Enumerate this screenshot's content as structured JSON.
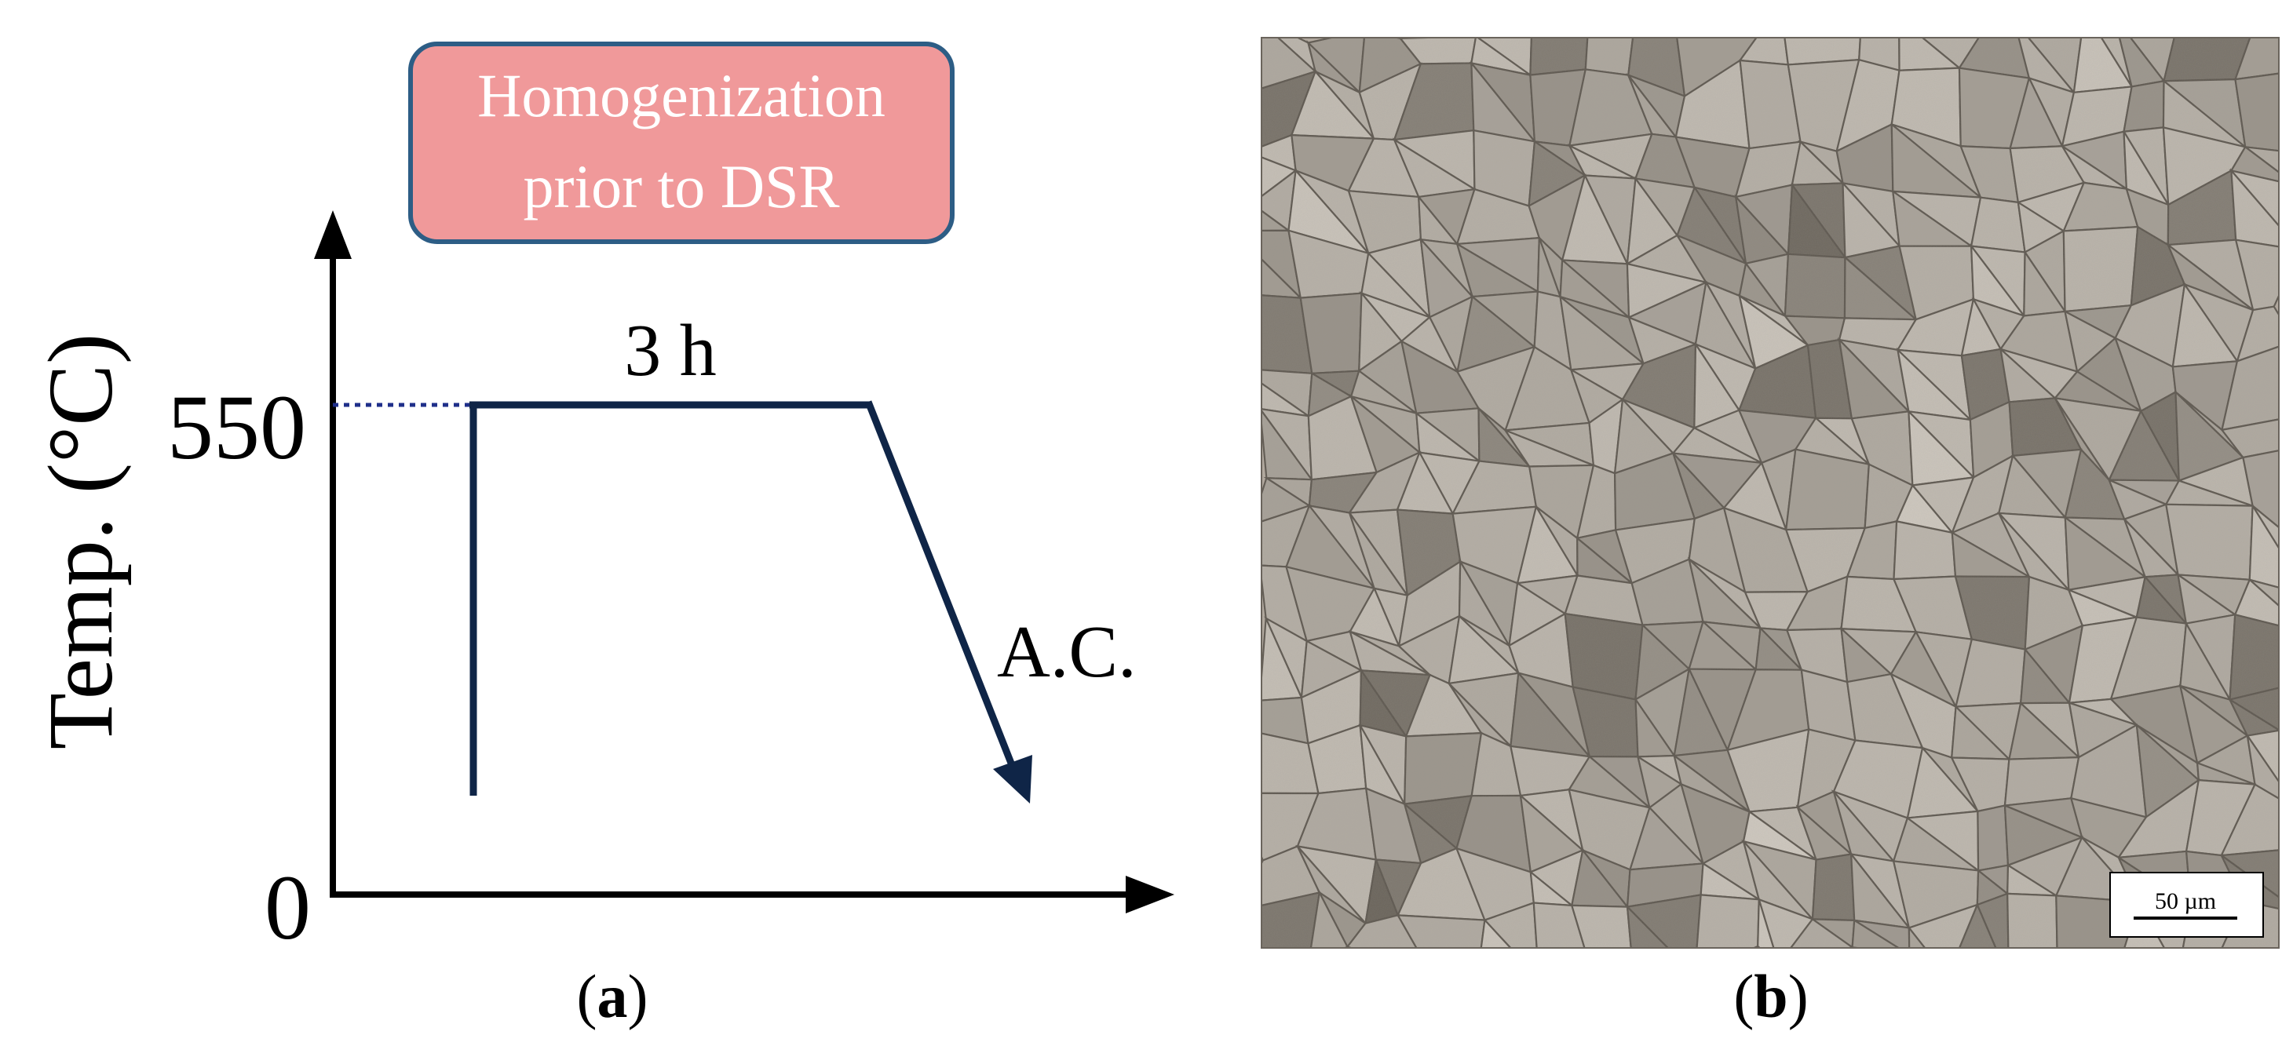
{
  "panel_a": {
    "caption_open": "(",
    "caption_letter": "a",
    "caption_close": ")",
    "box": {
      "line1": "Homogenization",
      "line2": "prior to DSR",
      "fill": "#f0999a",
      "border": "#2d5d85"
    },
    "y_axis_label": "Temp. (°C)",
    "y_tick_top": "550",
    "y_tick_zero": "0",
    "hold_label": "3 h",
    "cool_label": "A.C.",
    "line_color": "#0f2547",
    "dotted_color": "#1f2f8a"
  },
  "panel_b": {
    "caption_open": "(",
    "caption_letter": "b",
    "caption_close": ")",
    "scale_bar_label": "50 µm",
    "micrograph_base": "#b3aa9f"
  }
}
